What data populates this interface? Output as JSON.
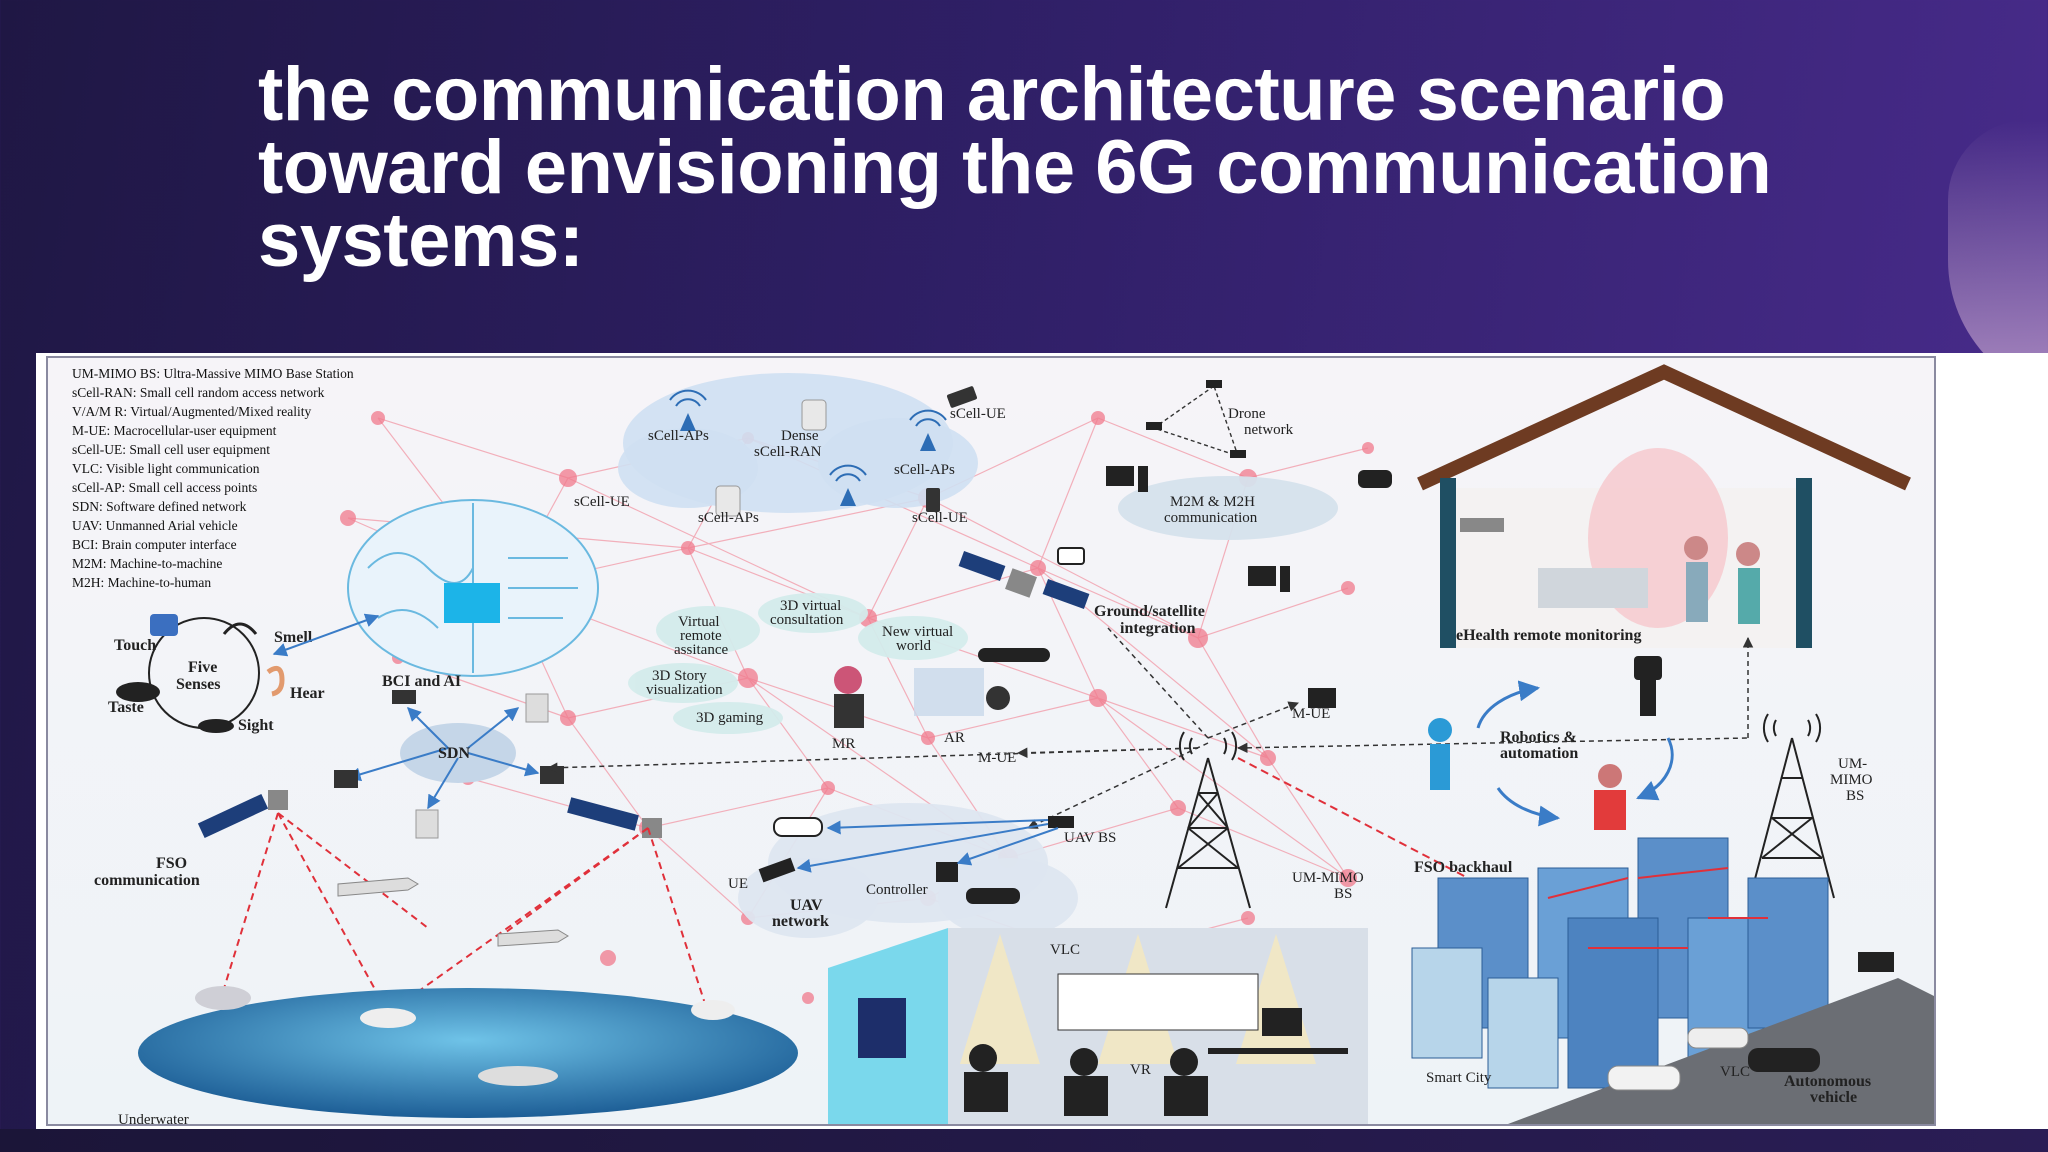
{
  "slide": {
    "title_lines": [
      "the communication architecture scenario",
      "toward envisioning the 6G communication",
      "systems:"
    ]
  },
  "legend": [
    "UM-MIMO BS:  Ultra-Massive MIMO Base Station",
    "sCell-RAN:  Small cell random access network",
    "V/A/M R:  Virtual/Augmented/Mixed reality",
    "M-UE:  Macrocellular-user equipment",
    "sCell-UE:  Small cell user equipment",
    "VLC:  Visible light communication",
    "sCell-AP:  Small cell access points",
    "SDN:  Software defined network",
    "UAV:  Unmanned Arial vehicle",
    "BCI:  Brain computer interface",
    "M2M:  Machine-to-machine",
    "M2H:  Machine-to-human"
  ],
  "labels": {
    "scell_aps_1": "sCell-APs",
    "dense_1": "Dense",
    "dense_2": "sCell-RAN",
    "scell_ue_top": "sCell-UE",
    "scell_aps_2": "sCell-APs",
    "scell_ue_left": "sCell-UE",
    "scell_aps_3": "sCell-APs",
    "scell_ue_mid": "sCell-UE",
    "drone_1": "Drone",
    "drone_2": "network",
    "m2m_1": "M2M & M2H",
    "m2m_2": "communication",
    "ground_1": "Ground/satellite",
    "ground_2": "integration",
    "ehealth": "eHealth remote monitoring",
    "touch": "Touch",
    "smell": "Smell",
    "five_1": "Five",
    "five_2": "Senses",
    "taste": "Taste",
    "hear": "Hear",
    "sight": "Sight",
    "bci_ai": "BCI and AI",
    "sdn": "SDN",
    "vr_remote_1": "Virtual",
    "vr_remote_2": "remote",
    "vr_remote_3": "assitance",
    "consult_1": "3D virtual",
    "consult_2": "consultation",
    "newworld_1": "New virtual",
    "newworld_2": "world",
    "story_1": "3D Story",
    "story_2": "visualization",
    "gaming": "3D gaming",
    "mr": "MR",
    "ar": "AR",
    "m_ue_1": "M-UE",
    "m_ue_2": "M-UE",
    "robotics_1": "Robotics &",
    "robotics_2": "automation",
    "um_mimo_r_1": "UM-",
    "um_mimo_r_2": "MIMO",
    "um_mimo_r_3": "BS",
    "fso_comm_1": "FSO",
    "fso_comm_2": "communication",
    "uav_bs": "UAV BS",
    "ue": "UE",
    "controller": "Controller",
    "uav_net_1": "UAV",
    "uav_net_2": "network",
    "um_mimo_c_1": "UM-MIMO",
    "um_mimo_c_2": "BS",
    "fso_backhaul": "FSO backhaul",
    "vlc_room": "VLC",
    "vr": "VR",
    "smart_city": "Smart City",
    "vlc_street": "VLC",
    "auto_1": "Autonomous",
    "auto_2": "vehicle",
    "underwater": "Underwater"
  },
  "colors": {
    "mesh_line": "#f2a3b0",
    "mesh_node": "#f07a8c",
    "cloud": "#cfe0f2",
    "tower": "#222222",
    "house": "#6e3b22",
    "fso_beam": "#e0303a"
  },
  "icons": [
    "antenna-icon",
    "satellite-icon",
    "brain-chip-icon",
    "drone-icon",
    "tower-icon",
    "house-icon",
    "building-icon",
    "car-icon",
    "vr-user-icon",
    "robot-icon"
  ]
}
